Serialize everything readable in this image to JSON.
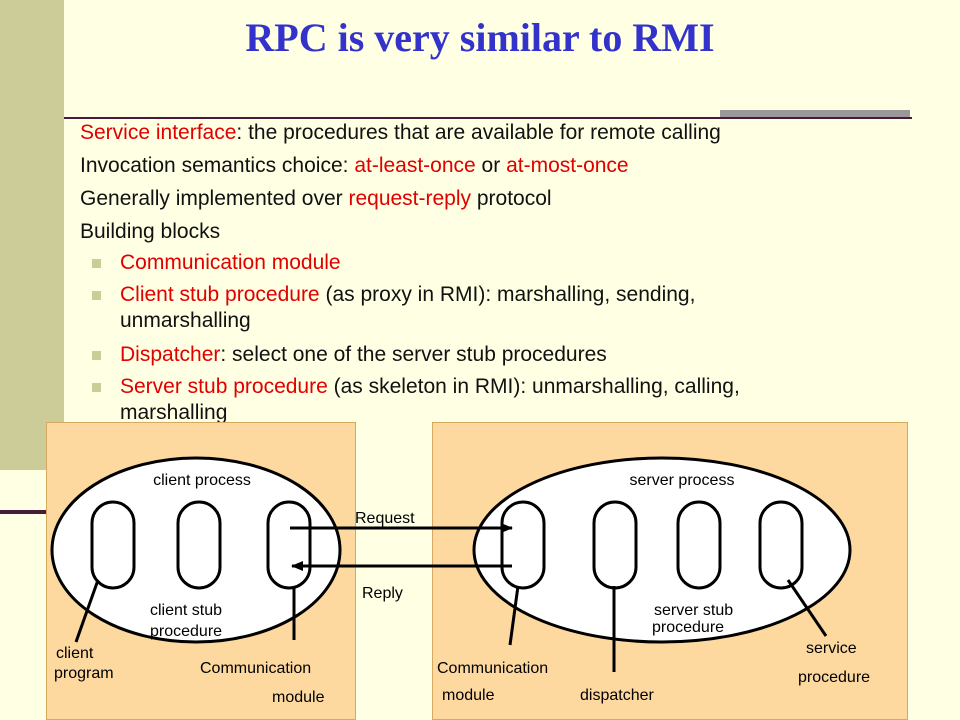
{
  "title": "RPC is very similar to RMI",
  "bullets": [
    {
      "red": "Service interface",
      "rest": ": the procedures that are available for remote calling"
    },
    {
      "pre": "Invocation semantics choice: ",
      "red1": "at-least-once",
      "mid": " or ",
      "red2": "at-most-once"
    },
    {
      "pre": "Generally implemented over ",
      "red": "request-reply",
      "rest": " protocol"
    },
    {
      "text": "Building blocks"
    }
  ],
  "sub_bullets": [
    {
      "red": "Communication module",
      "rest": ""
    },
    {
      "red": "Client stub procedure",
      "rest": " (as proxy in RMI): marshalling, sending,",
      "cont": "unmarshalling"
    },
    {
      "red": "Dispatcher",
      "rest": ": select one of the server stub procedures"
    },
    {
      "red": "Server stub procedure",
      "rest": " (as skeleton in RMI): unmarshalling, calling,",
      "cont": "marshalling"
    }
  ],
  "diagram": {
    "client_process": "client process",
    "server_process": "server process",
    "request": "Request",
    "reply": "Reply",
    "client_stub_1": "client stub",
    "client_stub_2": "procedure",
    "server_stub_1": "server stub",
    "server_stub_2": "procedure",
    "client_program_1": "client",
    "client_program_2": "program",
    "comm_left_1": "Communication",
    "comm_left_2": "module",
    "comm_right_1": "Communication",
    "comm_right_2": "module",
    "dispatcher": "dispatcher",
    "service_1": "service",
    "service_2": "procedure"
  },
  "colors": {
    "accent_red": "#e00000",
    "title_blue": "#3333cc",
    "panel": "#fdd9a0",
    "sidebar": "#cccc99"
  }
}
